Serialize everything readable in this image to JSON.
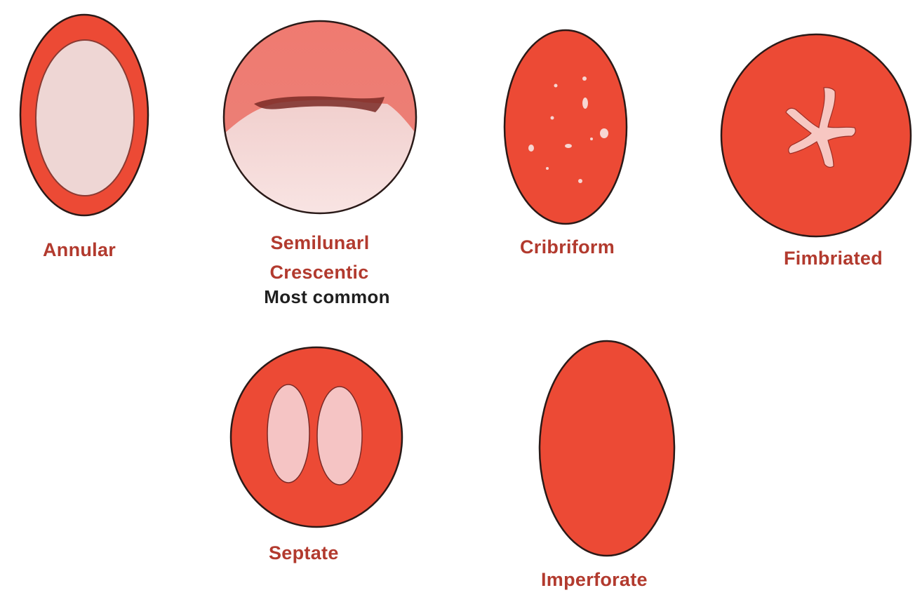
{
  "colors": {
    "tissue": "#ec4a35",
    "outline": "#2a1a18",
    "opening": "#f4c9c6",
    "label": "#b23a2e",
    "note": "#1f1f1f"
  },
  "types": {
    "annular": {
      "label": "Annular"
    },
    "semilunar": {
      "label_line1": "Semilunarl",
      "label_line2": "Crescentic",
      "note": "Most common"
    },
    "cribriform": {
      "label": "Cribriform"
    },
    "fimbriated": {
      "label": "Fimbriated"
    },
    "septate": {
      "label": "Septate"
    },
    "imperforate": {
      "label": "Imperforate"
    }
  }
}
